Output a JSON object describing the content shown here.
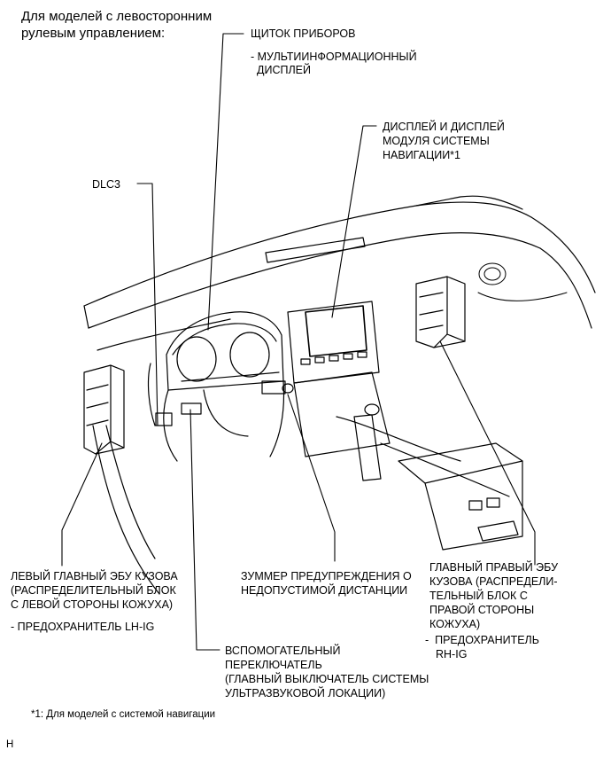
{
  "header": {
    "line1": "Для моделей с левосторонним",
    "line2": "рулевым управлением:"
  },
  "labels": {
    "instrument_panel": {
      "line1": "ЩИТОК ПРИБОРОВ",
      "sub1": "- МУЛЬТИИНФОРМАЦИОННЫЙ",
      "sub2": "ДИСПЛЕЙ"
    },
    "navigation_display": {
      "line1": "ДИСПЛЕЙ И ДИСПЛЕЙ",
      "line2": "МОДУЛЯ СИСТЕМЫ",
      "line3": "НАВИГАЦИИ*1"
    },
    "dlc3": "DLC3",
    "left_body_ecu": {
      "line1": "ЛЕВЫЙ ГЛАВНЫЙ ЭБУ КУЗОВА",
      "line2": "(РАСПРЕДЕЛИТЕЛЬНЫЙ БЛОК",
      "line3": "С ЛЕВОЙ СТОРОНЫ КОЖУХА)",
      "sub": "- ПРЕДОХРАНИТЕЛЬ LH-IG"
    },
    "buzzer": {
      "line1": "ЗУММЕР ПРЕДУПРЕЖДЕНИЯ О",
      "line2": "НЕДОПУСТИМОЙ ДИСТАНЦИИ"
    },
    "right_body_ecu": {
      "line1": "ГЛАВНЫЙ ПРАВЫЙ ЭБУ",
      "line2": "КУЗОВА (РАСПРЕДЕЛИ-",
      "line3": "ТЕЛЬНЫЙ БЛОК С",
      "line4": "ПРАВОЙ СТОРОНЫ",
      "line5": "КОЖУХА)",
      "sub1": "-  ПРЕДОХРАНИТЕЛЬ",
      "sub2": "RH-IG"
    },
    "aux_switch": {
      "line1": "ВСПОМОГАТЕЛЬНЫЙ",
      "line2": "ПЕРЕКЛЮЧАТЕЛЬ",
      "line3": "(ГЛАВНЫЙ ВЫКЛЮЧАТЕЛЬ СИСТЕМЫ",
      "line4": "УЛЬТРАЗВУКОВОЙ ЛОКАЦИИ)"
    }
  },
  "footnote": "*1: Для моделей с системой навигации",
  "corner_mark": "H"
}
